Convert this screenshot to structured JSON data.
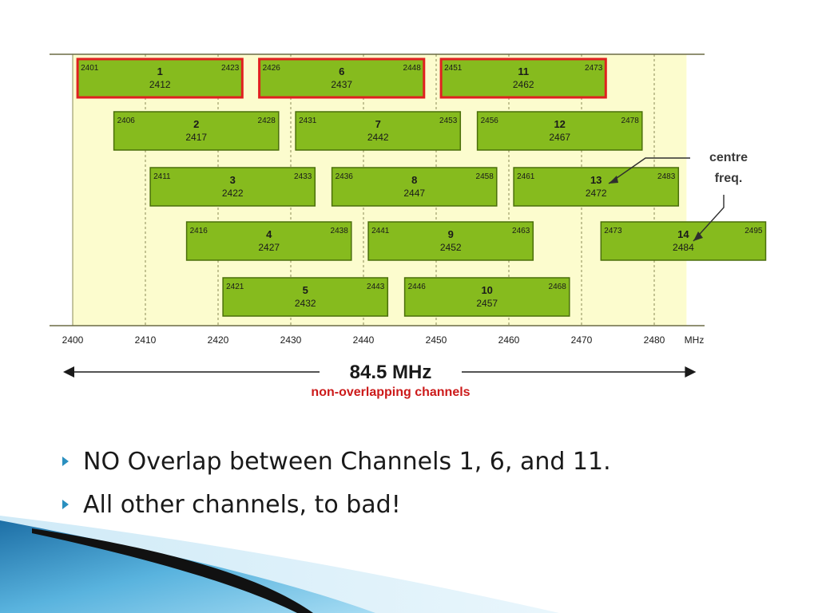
{
  "diagram": {
    "unit_label": "MHz",
    "axis_ticks": [
      "2400",
      "2410",
      "2420",
      "2430",
      "2440",
      "2450",
      "2460",
      "2470",
      "2480"
    ],
    "channels": [
      {
        "number": "1",
        "low": "2401",
        "center": "2412",
        "high": "2423",
        "non_overlapping": true
      },
      {
        "number": "2",
        "low": "2406",
        "center": "2417",
        "high": "2428",
        "non_overlapping": false
      },
      {
        "number": "3",
        "low": "2411",
        "center": "2422",
        "high": "2433",
        "non_overlapping": false
      },
      {
        "number": "4",
        "low": "2416",
        "center": "2427",
        "high": "2438",
        "non_overlapping": false
      },
      {
        "number": "5",
        "low": "2421",
        "center": "2432",
        "high": "2443",
        "non_overlapping": false
      },
      {
        "number": "6",
        "low": "2426",
        "center": "2437",
        "high": "2448",
        "non_overlapping": true
      },
      {
        "number": "7",
        "low": "2431",
        "center": "2442",
        "high": "2453",
        "non_overlapping": false
      },
      {
        "number": "8",
        "low": "2436",
        "center": "2447",
        "high": "2458",
        "non_overlapping": false
      },
      {
        "number": "9",
        "low": "2441",
        "center": "2452",
        "high": "2463",
        "non_overlapping": false
      },
      {
        "number": "10",
        "low": "2446",
        "center": "2457",
        "high": "2468",
        "non_overlapping": false
      },
      {
        "number": "11",
        "low": "2451",
        "center": "2462",
        "high": "2473",
        "non_overlapping": true
      },
      {
        "number": "12",
        "low": "2456",
        "center": "2467",
        "high": "2478",
        "non_overlapping": false
      },
      {
        "number": "13",
        "low": "2461",
        "center": "2472",
        "high": "2483",
        "non_overlapping": false
      },
      {
        "number": "14",
        "low": "2473",
        "center": "2484",
        "high": "2495",
        "non_overlapping": false
      }
    ],
    "centre_freq_label_line1": "centre",
    "centre_freq_label_line2": "freq.",
    "span_label": "84.5 MHz",
    "span_sublabel": "non-overlapping  channels"
  },
  "bullets": [
    "NO Overlap between Channels 1, 6, and 11.",
    "All other channels, to bad!"
  ],
  "colors": {
    "band_bg": "#fcfcce",
    "channel_fill": "#86bb1e",
    "channel_border": "#4a6e0a",
    "highlight_border": "#e02020",
    "subtitle_red": "#cc1a1a",
    "bullet_marker": "#2a8fbf"
  }
}
